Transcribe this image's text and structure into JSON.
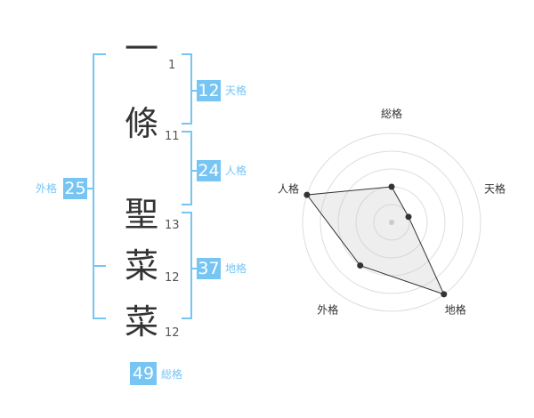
{
  "name": {
    "characters": [
      {
        "char": "一",
        "strokes": "1"
      },
      {
        "char": "條",
        "strokes": "11"
      },
      {
        "char": "聖",
        "strokes": "13"
      },
      {
        "char": "菜",
        "strokes": "12"
      },
      {
        "char": "菜",
        "strokes": "12"
      }
    ]
  },
  "fortunes": {
    "tenkaku": {
      "value": "12",
      "label": "天格"
    },
    "jinkaku": {
      "value": "24",
      "label": "人格"
    },
    "chikaku": {
      "value": "37",
      "label": "地格"
    },
    "gaikaku": {
      "value": "25",
      "label": "外格"
    },
    "soukaku": {
      "value": "49",
      "label": "総格"
    }
  },
  "colors": {
    "accent": "#76c5f3",
    "text": "#333333",
    "grid": "#dddddd"
  },
  "chart_data": {
    "type": "radar",
    "axes": [
      "総格",
      "天格",
      "地格",
      "外格",
      "人格"
    ],
    "values": [
      2,
      1,
      5,
      3,
      5
    ],
    "rmax": 5,
    "rings": 5,
    "grid": true
  }
}
